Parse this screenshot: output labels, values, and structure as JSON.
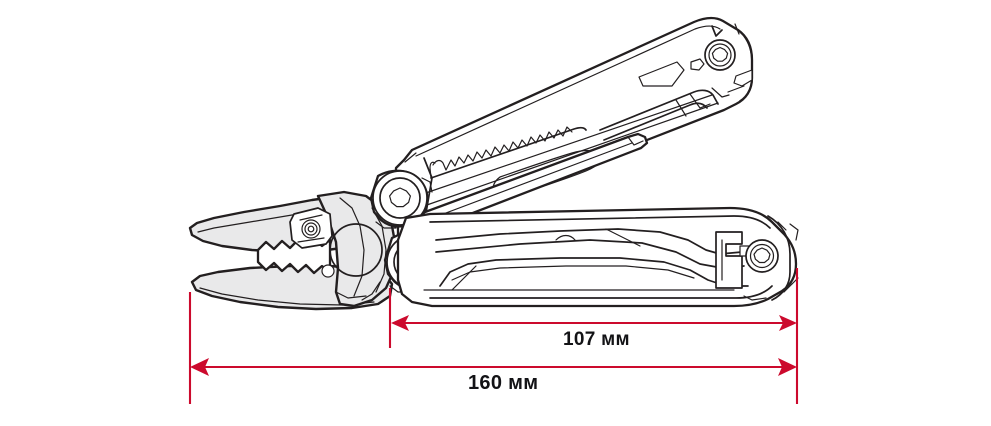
{
  "illustration": {
    "subject": "folding multi-tool with needle-nose pliers",
    "view": "side profile, pliers partially open",
    "style": "technical line drawing",
    "line_color": "#231f20",
    "fill_color": "#e9e9ea",
    "fill_color_light": "#f4f4f5",
    "background": "#ffffff",
    "parts": [
      {
        "name": "needle-nose-pliers-jaw",
        "detail": "serrated gripping teeth"
      },
      {
        "name": "wire-cutter",
        "detail": "inset cutting blade"
      },
      {
        "name": "plier-head-body",
        "detail": "round pivot boss"
      },
      {
        "name": "hex-screw-jaw",
        "detail": "small torx fastener"
      },
      {
        "name": "pivot-screw-upper",
        "detail": "torx pivot fastener"
      },
      {
        "name": "pivot-screw-lower",
        "detail": "torx pivot fastener"
      },
      {
        "name": "upper-handle",
        "detail": "open handle with saw blade"
      },
      {
        "name": "saw-blade",
        "detail": "fine toothed saw"
      },
      {
        "name": "file-blade",
        "detail": "thin flat implement"
      },
      {
        "name": "lower-handle",
        "detail": "closed handle with folded tools"
      },
      {
        "name": "end-cap-screw-upper",
        "detail": "torx fastener at handle end"
      },
      {
        "name": "end-cap-screw-lower",
        "detail": "torx fastener at handle end"
      },
      {
        "name": "lanyard-notch",
        "detail": "notch at handle butt"
      }
    ]
  },
  "dimensions": {
    "accent_color": "#cc0a2d",
    "line_color": "#cc0a2d",
    "items": [
      {
        "id": "inner",
        "value": "107",
        "unit": "мм",
        "label": "107 мм",
        "description": "closed handle length"
      },
      {
        "id": "outer",
        "value": "160",
        "unit": "мм",
        "label": "160 мм",
        "description": "overall tool length"
      }
    ]
  }
}
